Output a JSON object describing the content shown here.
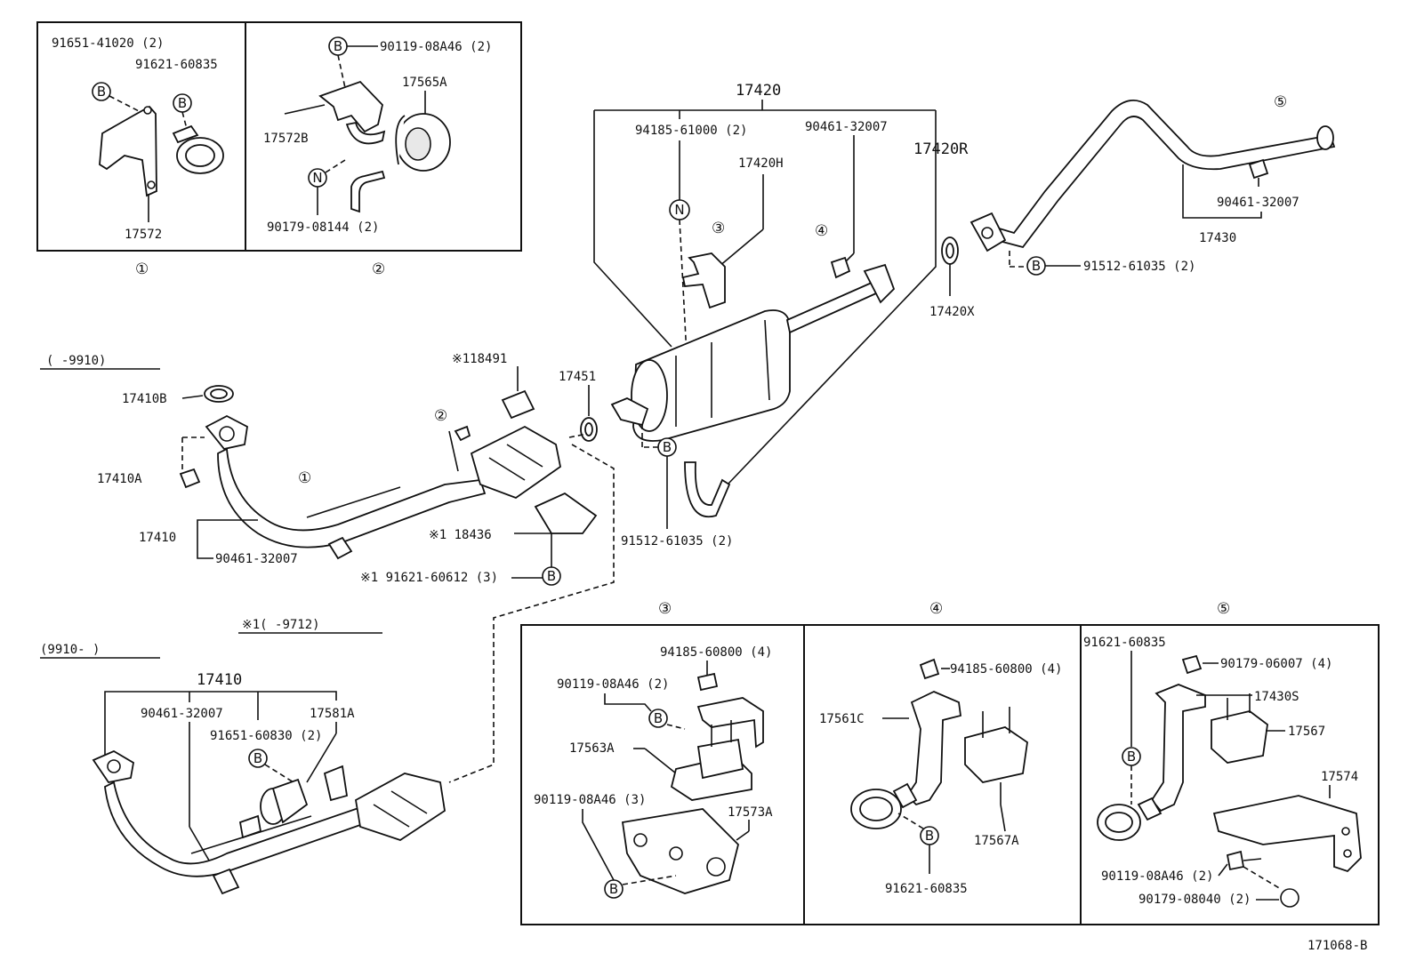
{
  "diagram_id": "171068-B",
  "insets": {
    "i1": {
      "number": "①",
      "labels": {
        "bolt": "91651-41020 (2)",
        "clamp": "91621-60835",
        "bracket": "17572"
      },
      "callouts": [
        "B",
        "B"
      ]
    },
    "i2": {
      "number": "②",
      "labels": {
        "bolt": "90119-08A46 (2)",
        "cushion": "17565A",
        "bracket": "17572B",
        "nut": "90179-08144 (2)"
      },
      "callouts": [
        "B",
        "N"
      ]
    },
    "i3": {
      "number": "③",
      "labels": {
        "nut": "94185-60800 (4)",
        "bolt_a": "90119-08A46 (2)",
        "support": "17563A",
        "bolt_b": "90119-08A46 (3)",
        "bracket": "17573A"
      },
      "callouts": [
        "B",
        "B"
      ]
    },
    "i4": {
      "number": "④",
      "labels": {
        "nut": "94185-60800 (4)",
        "bracket": "17561C",
        "cushion": "17567A",
        "clamp": "91621-60835"
      },
      "callouts": [
        "B"
      ]
    },
    "i5": {
      "number": "⑤",
      "labels": {
        "clamp": "91621-60835",
        "nut": "90179-06007 (4)",
        "bracket": "17430S",
        "cushion": "17567",
        "stay": "17574",
        "bolt": "90119-08A46 (2)",
        "nut2": "90179-08040 (2)"
      },
      "callouts": [
        "B"
      ]
    }
  },
  "main": {
    "range_old": "(      -9910)",
    "range_new": "(9910-      )",
    "range_ref": "※1(      -9712)",
    "labels": {
      "gasket_b": "17410B",
      "gasket_a": "17410A",
      "pipe_old": "17410",
      "clamp_old": "90461-32007",
      "heat_ins": "※118491",
      "heat_ins_b": "※1 18436",
      "bolt_b": "※1 91621-60612 (3)",
      "gasket": "17451",
      "muffler": "17420",
      "nut_n": "94185-61000 (2)",
      "hanger": "17420H",
      "clamp_m": "90461-32007",
      "muffler_r": "17420R",
      "gasket_x": "17420X",
      "bolt_m": "91512-61035 (2)",
      "tail_clamp": "90461-32007",
      "tailpipe": "17430",
      "tail_bolt": "91512-61035 (2)",
      "pipe_new": "17410",
      "clamp_new": "90461-32007",
      "bolt_new": "91651-60830 (2)",
      "sensor": "17581A"
    },
    "callouts": {
      "c1": "①",
      "c2": "②",
      "c3": "③",
      "c4": "④",
      "c5": "⑤",
      "b": "B",
      "n": "N"
    }
  }
}
